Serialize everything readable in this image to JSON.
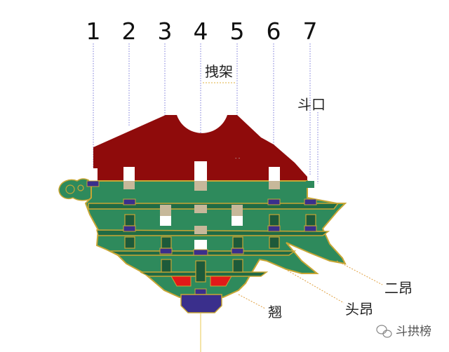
{
  "numbers": [
    "1",
    "2",
    "3",
    "4",
    "5",
    "6",
    "7"
  ],
  "labels": {
    "zhuaijia": "拽架",
    "dougou": "斗口",
    "erang": "二昂",
    "touang": "头昂",
    "qiao": "翘"
  },
  "watermark": "斗拱榜",
  "colors": {
    "red_panel": "#8f0b0b",
    "green": "#2e8a5c",
    "green_dark": "#206b45",
    "gold_outline": "#c8a634",
    "purple": "#3a2f8c",
    "tan": "#c7b89a",
    "bright_red": "#e11919",
    "guide_line": "#7a7ad8"
  }
}
